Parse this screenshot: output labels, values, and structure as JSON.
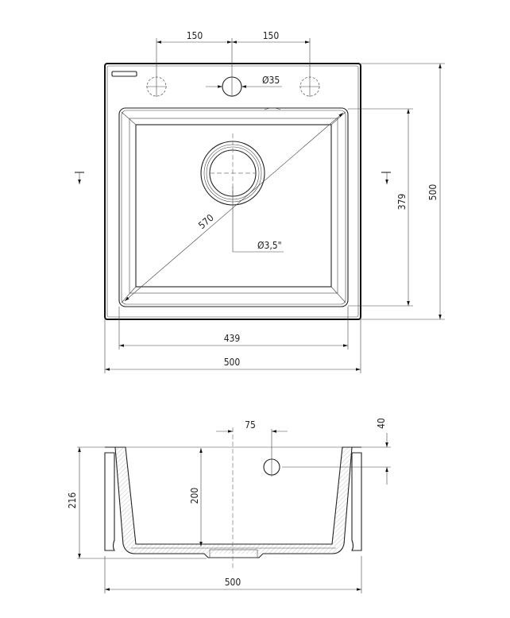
{
  "top_view": {
    "dims": {
      "tap_left_spacing": "150",
      "tap_right_spacing": "150",
      "tap_hole_diameter": "Ø35",
      "drain_diameter": "Ø3,5\"",
      "diagonal": "570",
      "bowl_depth_length": "379",
      "overall_length": "500",
      "bowl_width": "439",
      "overall_width": "500"
    }
  },
  "section_view": {
    "dims": {
      "overflow_offset": "75",
      "overflow_height": "40",
      "total_height": "216",
      "bowl_depth": "200",
      "overall_width": "500"
    }
  }
}
